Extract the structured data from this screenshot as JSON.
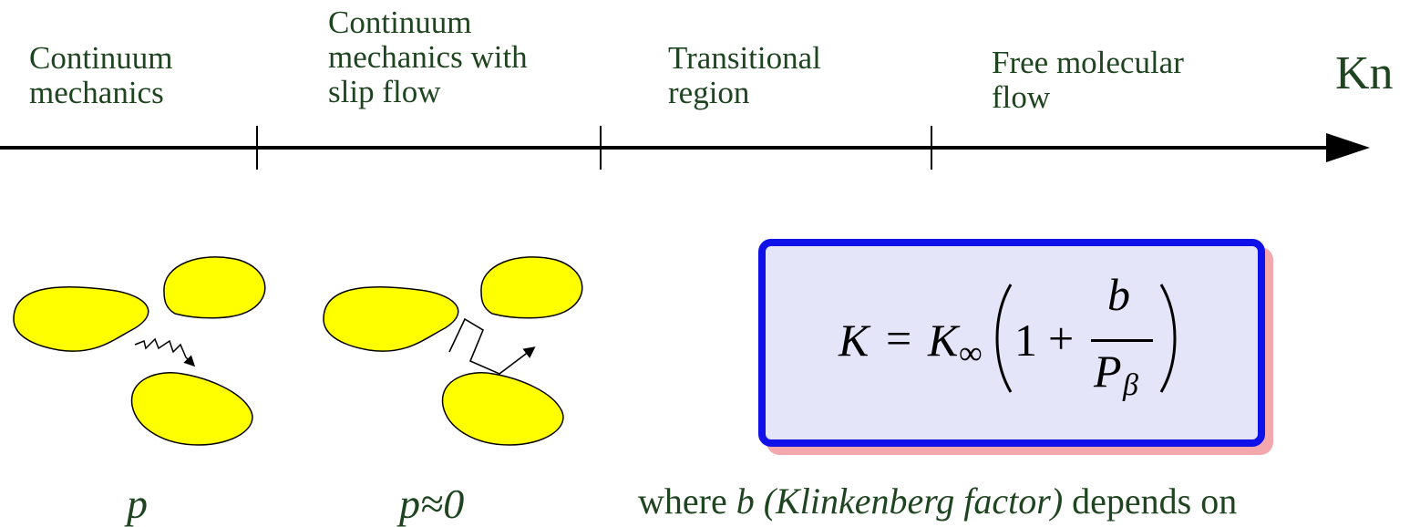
{
  "axis": {
    "regions": [
      {
        "lines": [
          "Continuum",
          "mechanics"
        ]
      },
      {
        "lines": [
          "Continuum",
          "mechanics with",
          "slip flow"
        ]
      },
      {
        "lines": [
          "Transitional",
          "region"
        ]
      },
      {
        "lines": [
          "Free molecular",
          "flow"
        ]
      }
    ],
    "axis_label": "Kn"
  },
  "illustrations": {
    "left_caption": "p",
    "right_caption": "p≈0"
  },
  "formula": {
    "lhs": "K",
    "equals": "=",
    "k_inf": "K",
    "inf_sub": "∞",
    "one": "1",
    "plus": "+",
    "numerator": "b",
    "denominator": "P",
    "den_sub": "β"
  },
  "footnote": {
    "prefix": "where ",
    "italic": "b (Klinkenberg factor)",
    "suffix": " depends on"
  },
  "colors": {
    "grain_fill": "#ffff00",
    "box_border": "#1010e8",
    "box_fill": "#e5e5fa",
    "box_shadow": "#f4a8ad",
    "text": "#1f4420"
  }
}
